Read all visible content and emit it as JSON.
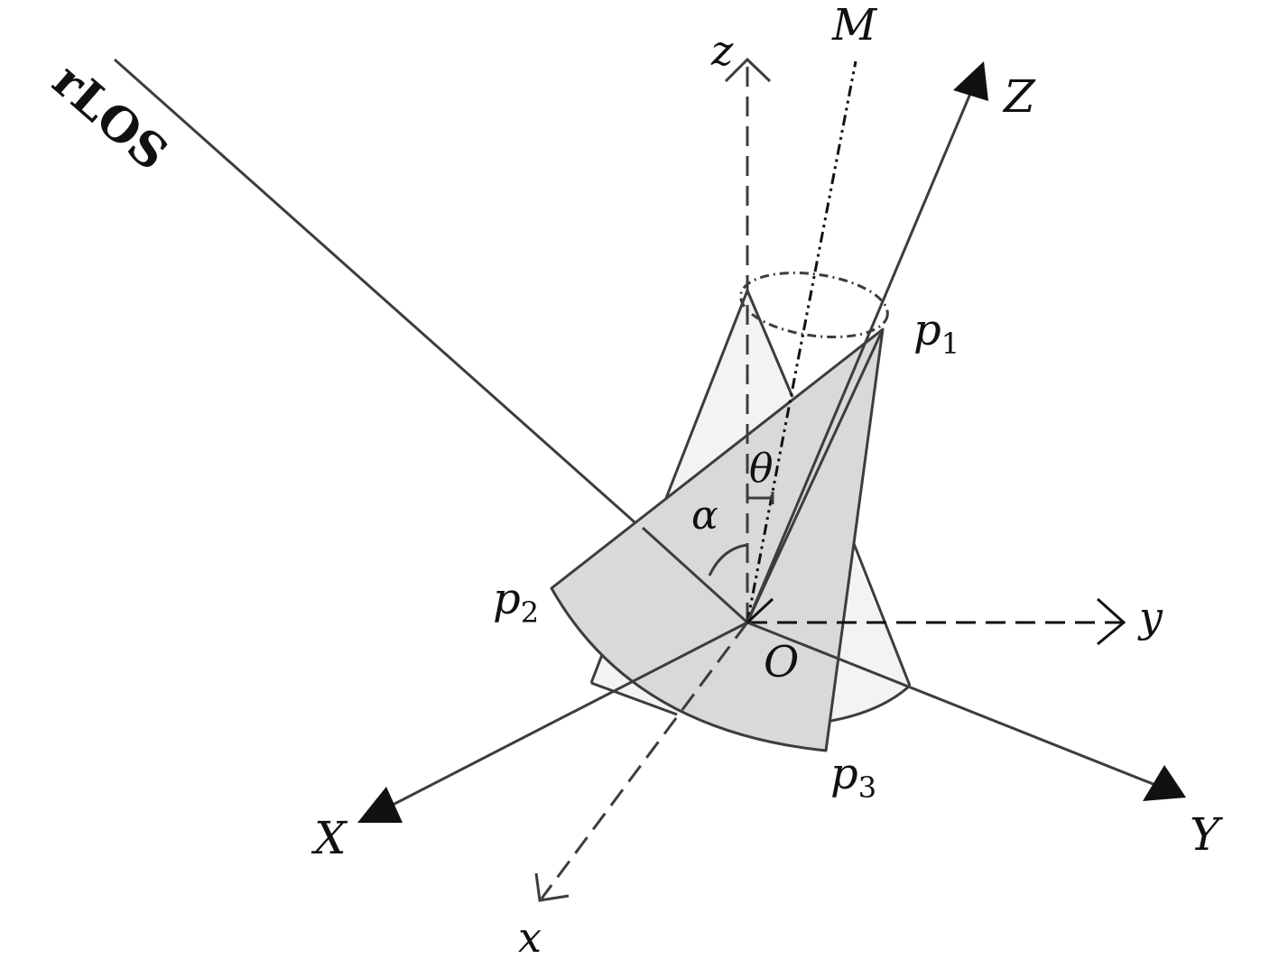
{
  "labels": {
    "rlos": "rLOS",
    "M": "M",
    "z_lower": "z",
    "Z_upper": "Z",
    "y_lower": "y",
    "Y_upper": "Y",
    "x_lower": "x",
    "X_upper": "X",
    "O": "O",
    "theta": "θ",
    "alpha": "α",
    "p": "p",
    "p1_sub": "1",
    "p2_sub": "2",
    "p3_sub": "3"
  },
  "colors": {
    "line": "#3d3d3d",
    "cone_fill": "#f3f3f3",
    "sector_fill": "#d9d9d9",
    "arrow": "#111111"
  }
}
